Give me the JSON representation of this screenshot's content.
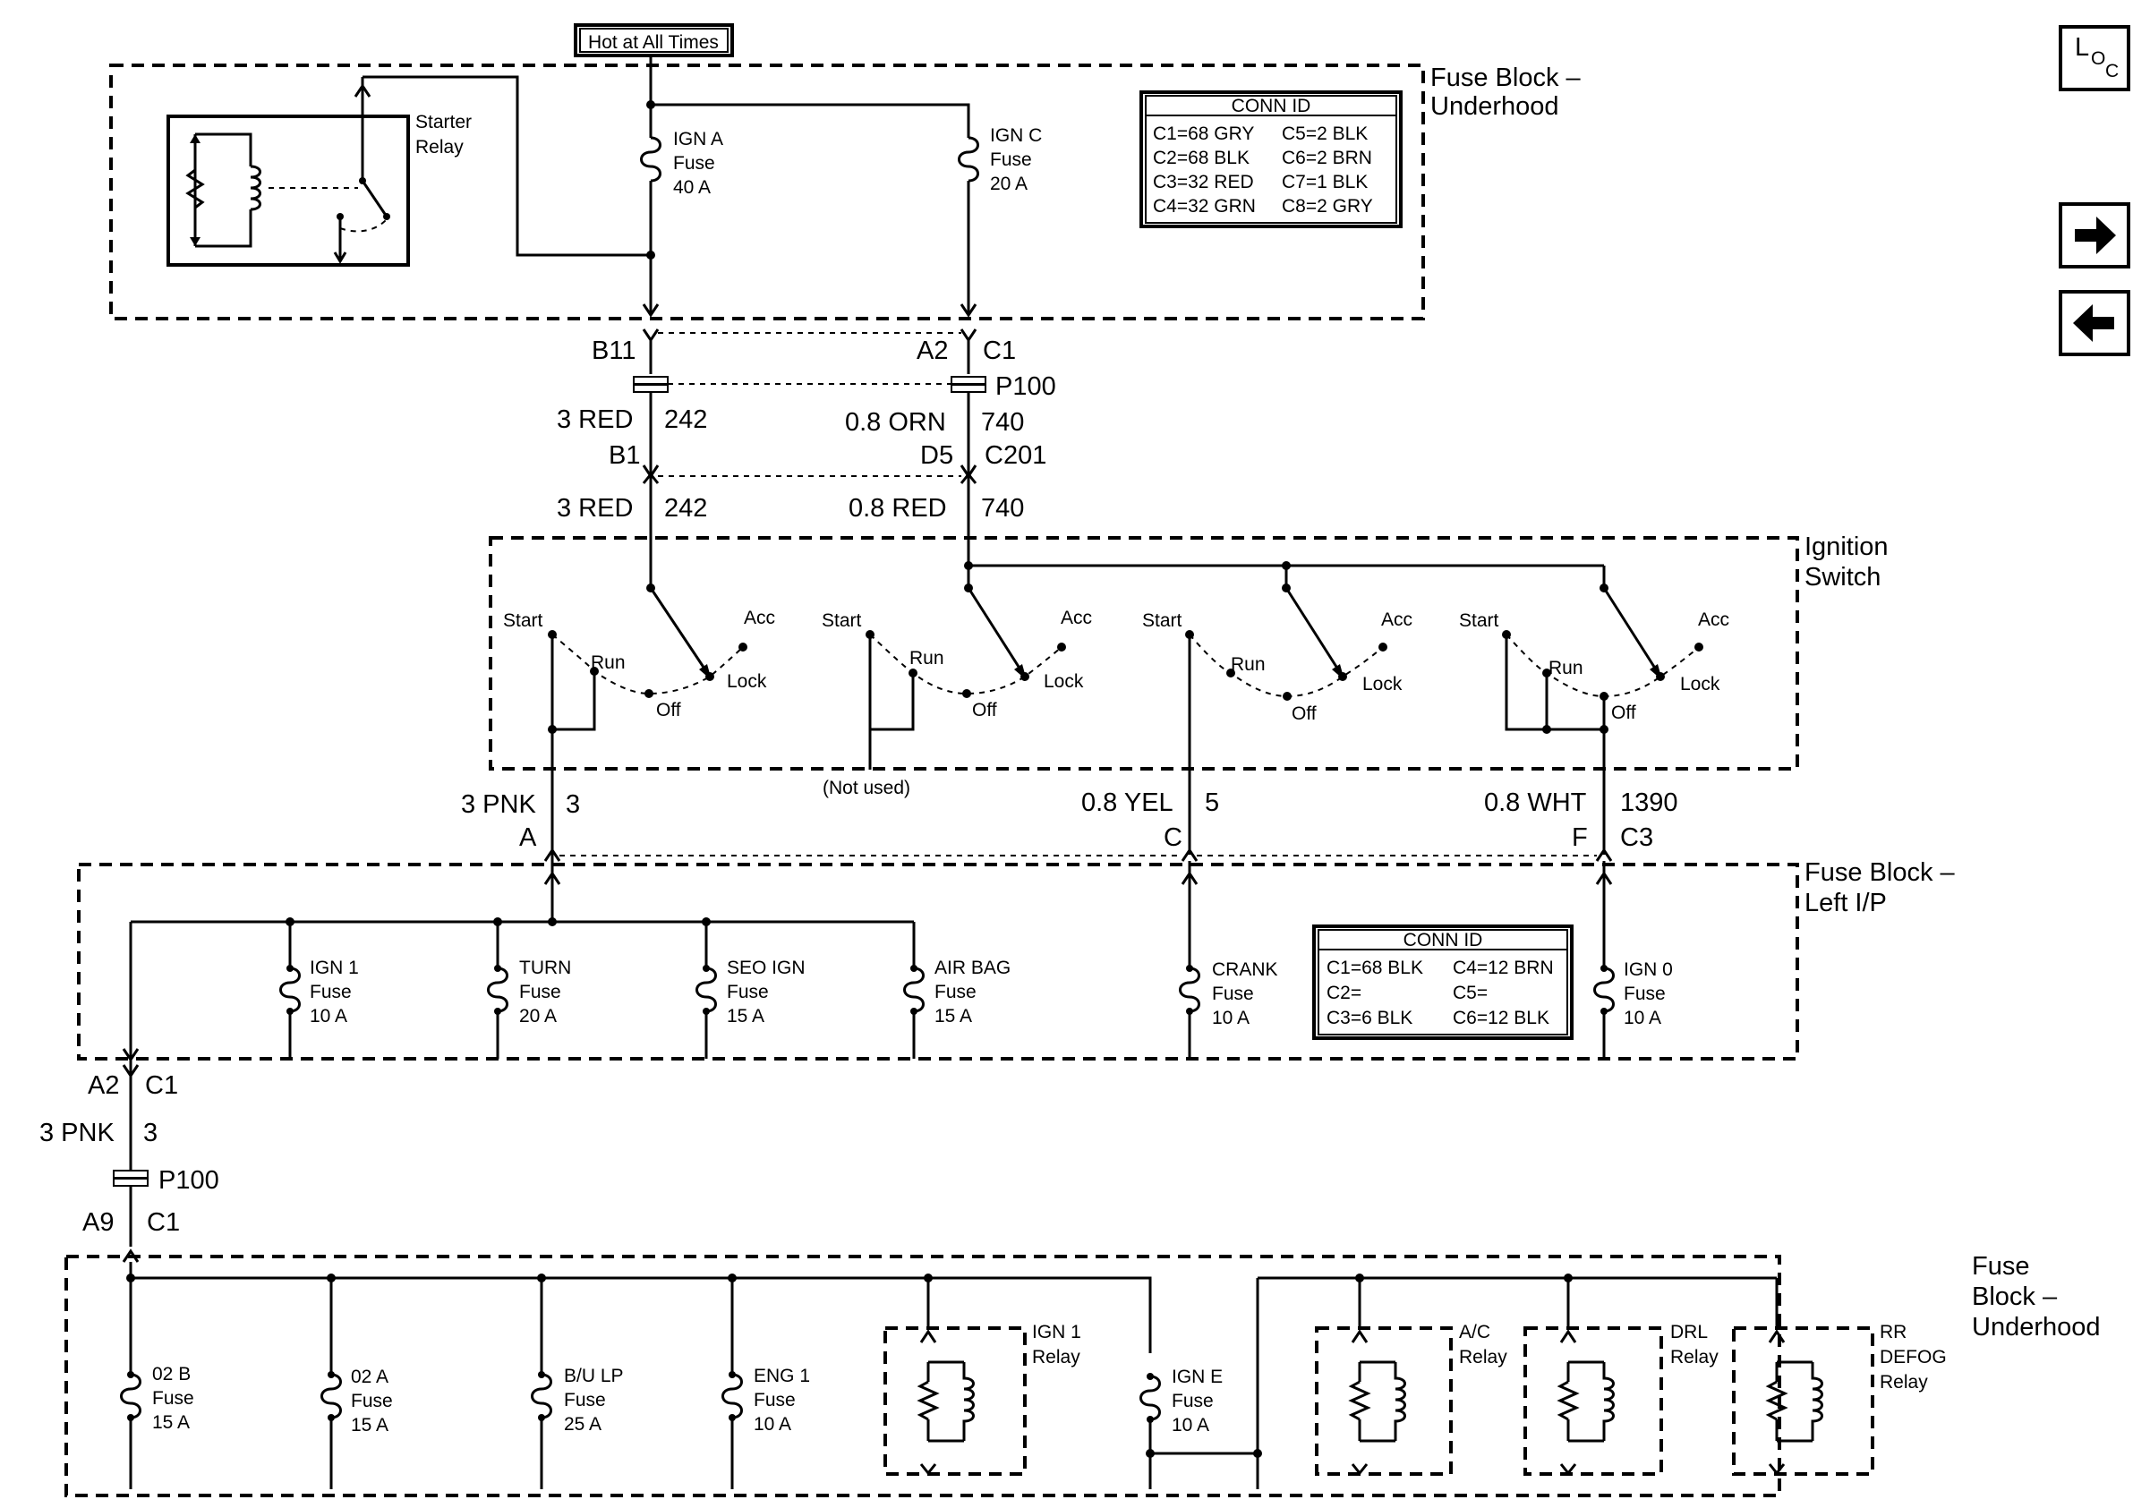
{
  "hot_label": "Hot at All Times",
  "loc_button": {
    "main": "L",
    "sub1": "O",
    "sub2": "C"
  },
  "nav": {
    "forward_icon": "arrow-right-icon",
    "back_icon": "arrow-left-icon"
  },
  "fuse_block_underhood_top": {
    "title_line1": "Fuse Block –",
    "title_line2": "Underhood",
    "starter_relay": [
      "Starter",
      "Relay"
    ],
    "fuses": [
      {
        "name": "IGN A",
        "type": "Fuse",
        "rating": "40 A"
      },
      {
        "name": "IGN C",
        "type": "Fuse",
        "rating": "20 A"
      }
    ],
    "conn_id": {
      "header": "CONN ID",
      "rows": [
        [
          "C1=68 GRY",
          "C5=2 BLK"
        ],
        [
          "C2=68 BLK",
          "C6=2 BRN"
        ],
        [
          "C3=32 RED",
          "C7=1 BLK"
        ],
        [
          "C4=32 GRN",
          "C8=2 GRY"
        ]
      ]
    }
  },
  "connectors_top": {
    "b11": "B11",
    "a2": "A2",
    "c1": "C1",
    "p100": "P100",
    "wire1_size": "3 RED",
    "wire1_num": "242",
    "wire2_size": "0.8 ORN",
    "wire2_num": "740",
    "b1": "B1",
    "d5": "D5",
    "c201": "C201",
    "wire3_size": "3 RED",
    "wire3_num": "242",
    "wire4_size": "0.8 RED",
    "wire4_num": "740"
  },
  "ignition_switch": {
    "title_line1": "Ignition",
    "title_line2": "Switch",
    "positions": {
      "start": "Start",
      "run": "Run",
      "off": "Off",
      "lock": "Lock",
      "acc": "Acc"
    },
    "not_used": "(Not used)"
  },
  "connectors_mid": {
    "w1_size": "3 PNK",
    "w1_num": "3",
    "w1_pin": "A",
    "w2_size": "0.8 YEL",
    "w2_num": "5",
    "w2_pin": "C",
    "w3_size": "0.8 WHT",
    "w3_num": "1390",
    "w3_pin": "F",
    "w3_conn": "C3"
  },
  "fuse_block_left_ip": {
    "title_line1": "Fuse Block –",
    "title_line2": "Left I/P",
    "fuses": [
      {
        "name": "IGN 1",
        "type": "Fuse",
        "rating": "10 A"
      },
      {
        "name": "TURN",
        "type": "Fuse",
        "rating": "20 A"
      },
      {
        "name": "SEO IGN",
        "type": "Fuse",
        "rating": "15 A"
      },
      {
        "name": "AIR BAG",
        "type": "Fuse",
        "rating": "15 A"
      },
      {
        "name": "CRANK",
        "type": "Fuse",
        "rating": "10 A"
      },
      {
        "name": "IGN 0",
        "type": "Fuse",
        "rating": "10 A"
      }
    ],
    "conn_id": {
      "header": "CONN ID",
      "rows": [
        [
          "C1=68 BLK",
          "C4=12 BRN"
        ],
        [
          "C2=",
          "C5="
        ],
        [
          "C3=6 BLK",
          "C6=12 BLK"
        ]
      ]
    }
  },
  "connectors_bottom": {
    "a2": "A2",
    "c1": "C1",
    "w_size": "3 PNK",
    "w_num": "3",
    "p100": "P100",
    "a9": "A9",
    "c1b": "C1"
  },
  "fuse_block_underhood_bottom": {
    "title_line1": "Fuse",
    "title_line2": "Block –",
    "title_line3": "Underhood",
    "fuses": [
      {
        "name": "02 B",
        "type": "Fuse",
        "rating": "15 A"
      },
      {
        "name": "02 A",
        "type": "Fuse",
        "rating": "15 A"
      },
      {
        "name": "B/U LP",
        "type": "Fuse",
        "rating": "25 A"
      },
      {
        "name": "ENG 1",
        "type": "Fuse",
        "rating": "10 A"
      },
      {
        "name": "IGN E",
        "type": "Fuse",
        "rating": "10 A"
      }
    ],
    "relays": [
      {
        "line1": "IGN 1",
        "line2": "Relay",
        "line3": ""
      },
      {
        "line1": "A/C",
        "line2": "Relay",
        "line3": ""
      },
      {
        "line1": "DRL",
        "line2": "Relay",
        "line3": ""
      },
      {
        "line1": "RR",
        "line2": "DEFOG",
        "line3": "Relay"
      }
    ]
  }
}
